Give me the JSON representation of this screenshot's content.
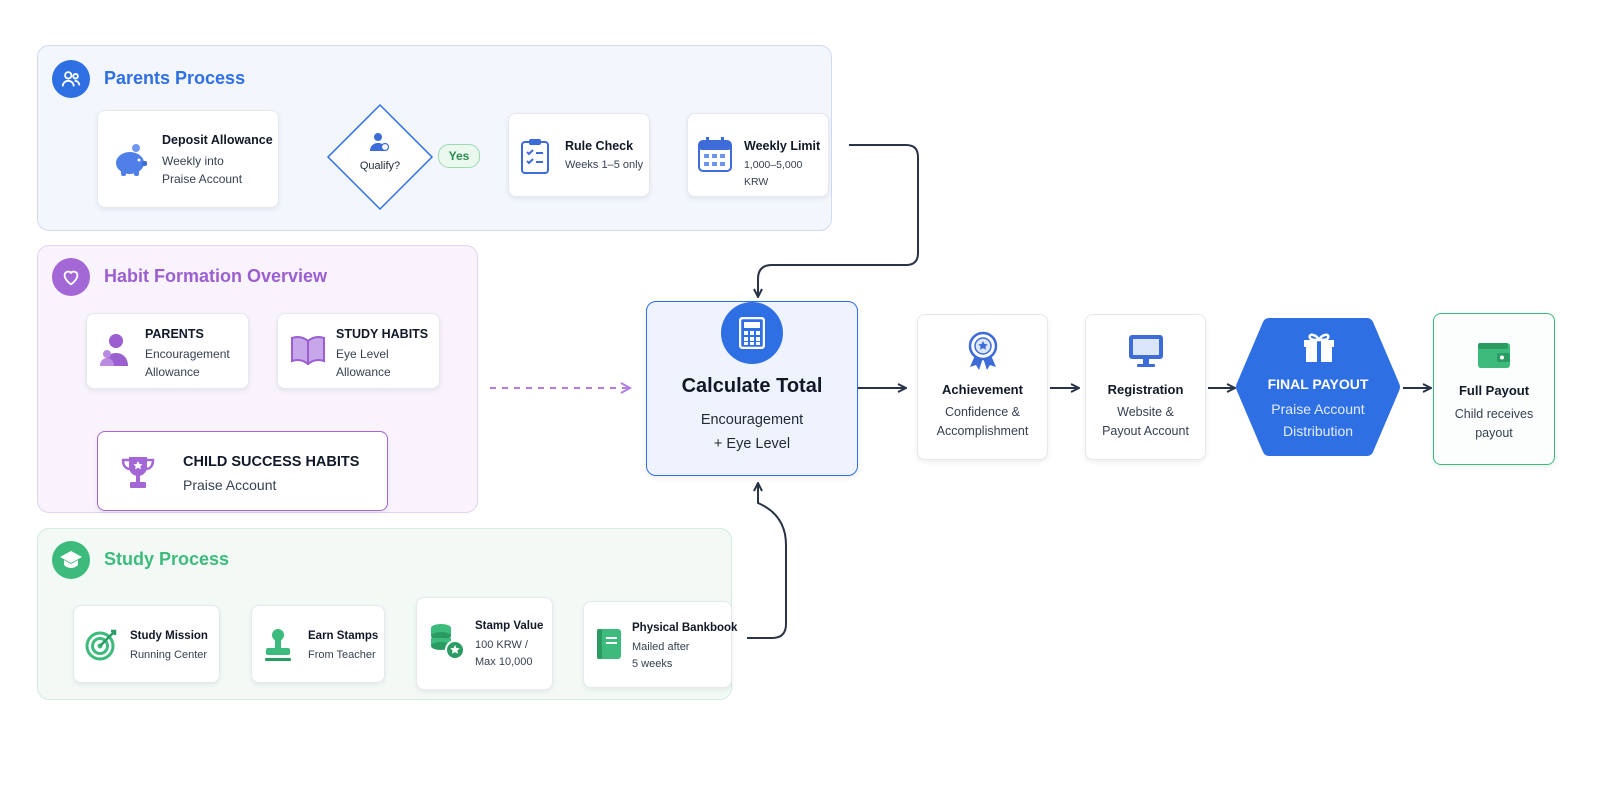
{
  "parents": {
    "title": "Parents Process",
    "deposit": {
      "title": "Deposit Allowance",
      "sub": "Weekly into\nPraise Account"
    },
    "qualify": "Qualify?",
    "yes": "Yes",
    "rule": {
      "title": "Rule Check",
      "sub": "Weeks 1–5 only"
    },
    "limit": {
      "title": "Weekly Limit",
      "sub": "1,000–5,000 KRW"
    }
  },
  "habit": {
    "title": "Habit Formation Overview",
    "parents_card": {
      "title": "PARENTS",
      "sub": "Encouragement\nAllowance"
    },
    "study_card": {
      "title": "STUDY HABITS",
      "sub": "Eye Level\nAllowance"
    },
    "child": {
      "title": "CHILD SUCCESS HABITS",
      "sub": "Praise Account"
    }
  },
  "study": {
    "title": "Study Process",
    "mission": {
      "title": "Study Mission",
      "sub": "Running Center"
    },
    "stamps": {
      "title": "Earn Stamps",
      "sub": "From Teacher"
    },
    "value": {
      "title": "Stamp Value",
      "sub": "100 KRW /\nMax 10,000"
    },
    "bankbook": {
      "title": "Physical Bankbook",
      "sub": "Mailed after\n5 weeks"
    }
  },
  "calc": {
    "title": "Calculate Total",
    "sub": "Encouragement\n+ Eye Level"
  },
  "achievement": {
    "title": "Achievement",
    "sub": "Confidence &\nAccomplishment"
  },
  "registration": {
    "title": "Registration",
    "sub": "Website &\nPayout Account"
  },
  "final": {
    "title": "FINAL PAYOUT",
    "sub": "Praise Account\nDistribution"
  },
  "full": {
    "title": "Full Payout",
    "sub": "Child receives\npayout"
  },
  "colors": {
    "blue": "#2f6fe4",
    "purple": "#9b5fd0",
    "green": "#3dbb7c",
    "navy": "#2a3448"
  }
}
